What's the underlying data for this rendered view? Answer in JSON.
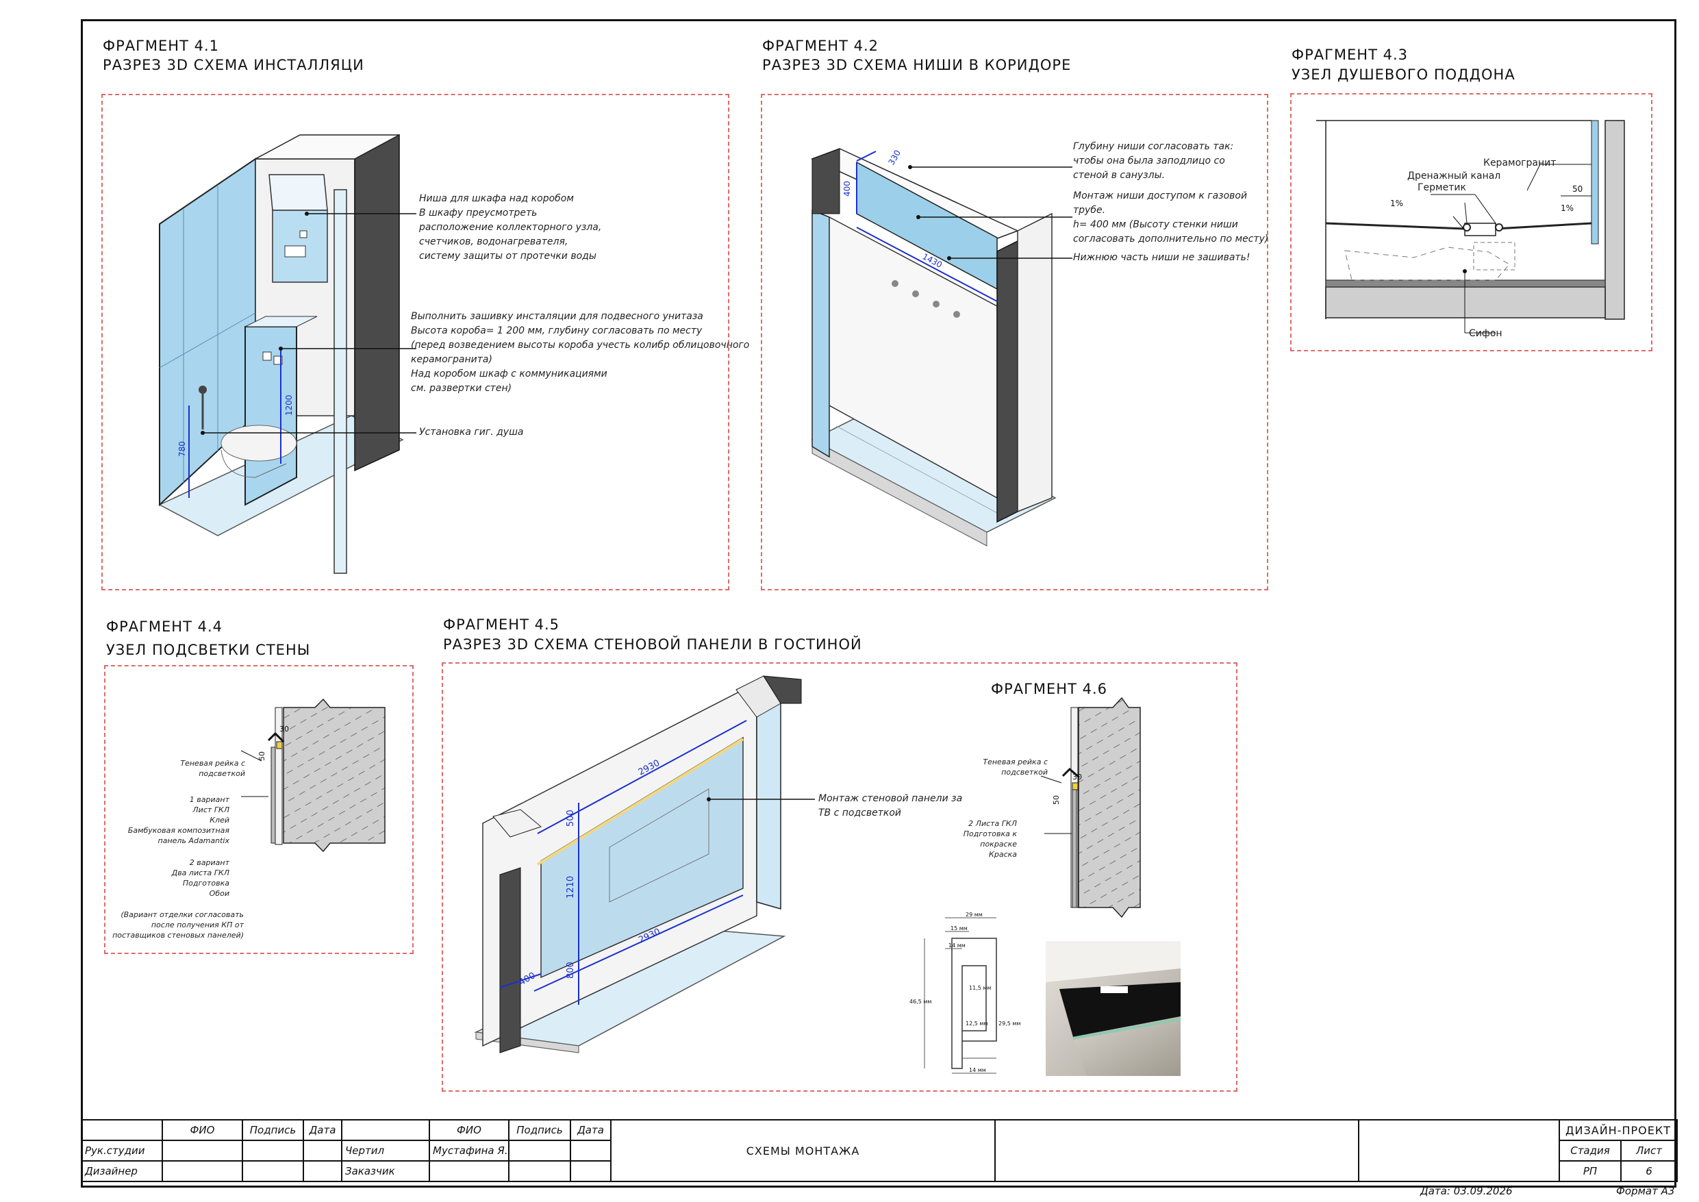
{
  "fragments": {
    "f41": {
      "title": "ФРАГМЕНТ 4.1",
      "subtitle": "РАЗРЕЗ 3D СХЕМА ИНСТАЛЛЯЦИ",
      "note_niche": "Ниша для шкафа над коробом\nВ шкафу преусмотреть\nрасположение коллекторного узла,\nсчетчиков, водонагревателя,\nсистему защиты от протечки воды",
      "note_box": "Выполнить зашивку инсталяции для подвесного унитаза\nВысота короба= 1 200 мм, глубину согласовать по месту\n(перед возведением высоты короба учесть колибр облицовочного\nкерамогранита)\nНад коробом шкаф с коммуникациями\nсм. развертки стен)",
      "note_shower": "Установка гиг. душа",
      "dim_1200": "1200",
      "dim_780": "780"
    },
    "f42": {
      "title": "ФРАГМЕНТ 4.2",
      "subtitle": "РАЗРЕЗ 3D СХЕМА НИШИ В КОРИДОРЕ",
      "note_depth": "Глубину ниши согласовать так:\nчтобы она была заподлицо со\nстеной в санузлы.",
      "note_mount": "Монтаж ниши доступом к газовой\nтрубе.\nh= 400 мм (Высоту стенки ниши\nсогласовать дополнительно по месту)",
      "note_bottom": "Нижнюю часть ниши не зашивать!",
      "dim_330": "330",
      "dim_400": "400",
      "dim_1430": "1430"
    },
    "f43": {
      "title": "ФРАГМЕНТ 4.3",
      "subtitle": "УЗЕЛ ДУШЕВОГО ПОДДОНА",
      "label_ceramic": "Керамогранит",
      "label_drain": "Дренажный канал",
      "label_sealant": "Герметик",
      "label_siphon": "Сифон",
      "slope_left": "1%",
      "slope_right": "1%",
      "dim_50": "50"
    },
    "f44": {
      "title": "ФРАГМЕНТ 4.4",
      "subtitle": "УЗЕЛ ПОДСВЕТКИ СТЕНЫ",
      "label_rail": "Теневая рейка с\nподсветкой",
      "variant1": "1 вариант\nЛист ГКЛ\nКлей\nБамбуковая композитная\nпанель Adamantix",
      "variant2": "2 вариант\nДва листа ГКЛ\nПодготовка\nОбои",
      "variant_note": "(Вариант отделки согласовать\nпосле получения КП от\nпоставщиков стеновых панелей)",
      "dim_30": "30",
      "dim_50": "50"
    },
    "f45": {
      "title": "ФРАГМЕНТ 4.5",
      "subtitle": "РАЗРЕЗ 3D СХЕМА СТЕНОВОЙ ПАНЕЛИ В ГОСТИНОЙ",
      "note_panel": "Монтаж стеновой панели за\nТВ с подсветкой",
      "dim_2930_top": "2930",
      "dim_2930_bottom": "2930",
      "dim_500": "500",
      "dim_1210": "1210",
      "dim_800": "800",
      "dim_400": "400"
    },
    "f46": {
      "title": "ФРАГМЕНТ 4.6",
      "label_rail": "Теневая рейка с\nподсветкой",
      "label_layers": "2 Листа ГКЛ\nПодготовка к покраске\nКраска",
      "dim_30": "30",
      "dim_50": "50",
      "profile": {
        "w29": "29 мм",
        "w15": "15 мм",
        "w14a": "14 мм",
        "h465": "46,5 мм",
        "w115": "11,5 мм",
        "w125": "12,5 мм",
        "h295": "29,5 мм",
        "w14b": "14 мм"
      }
    }
  },
  "titleblock": {
    "h_fio": "ФИО",
    "h_sign": "Подпись",
    "h_date": "Дата",
    "h_fio2": "ФИО",
    "h_sign2": "Подпись",
    "h_date2": "Дата",
    "r_head": "Рук.студии",
    "r_designer": "Дизайнер",
    "r_drawn": "Чертил",
    "r_drawn_name": "Мустафина Я.",
    "r_client": "Заказчик",
    "sheet_title": "СХЕМЫ МОНТАЖА",
    "project": "ДИЗАЙН-ПРОЕКТ",
    "stage_label": "Стадия",
    "sheet_label": "Лист",
    "stage_value": "РП",
    "sheet_value": "6"
  },
  "footer": {
    "date": "Дата: 03.09.2026",
    "format": "Формат А3"
  },
  "colors": {
    "frame": "#e06a6a",
    "glass": "#9ccfe9",
    "dim": "#1a2fd0"
  }
}
